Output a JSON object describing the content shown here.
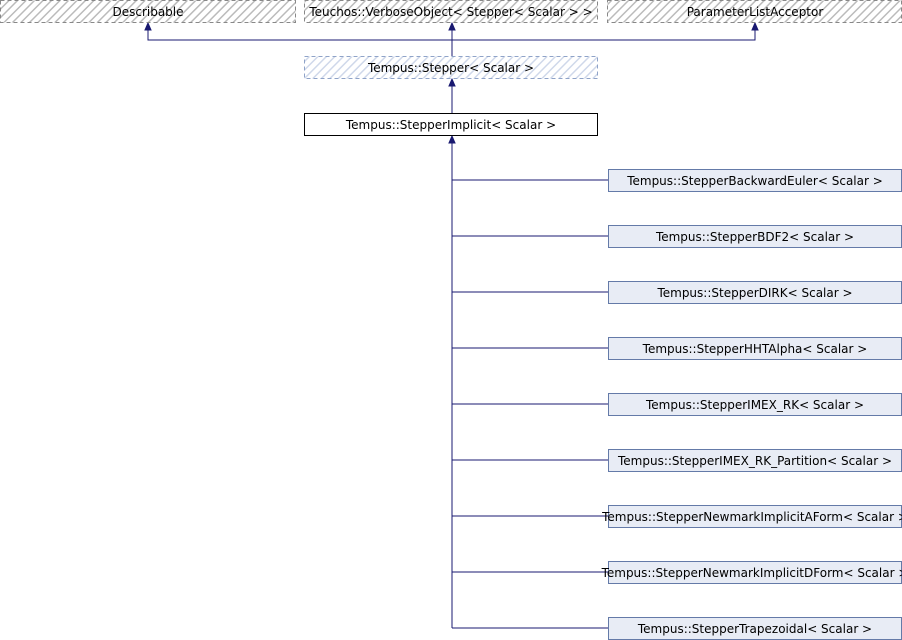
{
  "diagram": {
    "external_bases": [
      {
        "id": "describable",
        "label": "Describable"
      },
      {
        "id": "verbose_object",
        "label": "Teuchos::VerboseObject< Stepper< Scalar > >"
      },
      {
        "id": "param_list_acceptor",
        "label": "ParameterListAcceptor"
      }
    ],
    "stepper": {
      "id": "stepper",
      "label": "Tempus::Stepper< Scalar >"
    },
    "stepper_implicit": {
      "id": "stepper_implicit",
      "label": "Tempus::StepperImplicit< Scalar >"
    },
    "derived": [
      {
        "id": "backward_euler",
        "label": "Tempus::StepperBackwardEuler< Scalar >"
      },
      {
        "id": "bdf2",
        "label": "Tempus::StepperBDF2< Scalar >"
      },
      {
        "id": "dirk",
        "label": "Tempus::StepperDIRK< Scalar >"
      },
      {
        "id": "hht_alpha",
        "label": "Tempus::StepperHHTAlpha< Scalar >"
      },
      {
        "id": "imex_rk",
        "label": "Tempus::StepperIMEX_RK< Scalar >"
      },
      {
        "id": "imex_rk_partition",
        "label": "Tempus::StepperIMEX_RK_Partition< Scalar >"
      },
      {
        "id": "newmark_a",
        "label": "Tempus::StepperNewmarkImplicitAForm< Scalar >"
      },
      {
        "id": "newmark_d",
        "label": "Tempus::StepperNewmarkImplicitDForm< Scalar >"
      },
      {
        "id": "trapezoidal",
        "label": "Tempus::StepperTrapezoidal< Scalar >"
      }
    ],
    "colors": {
      "edge": "#191970",
      "derived_fill": "#e8ecf5",
      "derived_stroke": "#647aa8",
      "current_fill": "#ffffff",
      "current_stroke": "#000000",
      "external_stroke": "#888888",
      "hatch_gray": "#bbbbbb",
      "hatch_blue": "#cfd8ea",
      "dashed_blue_stroke": "#8fa3c8"
    }
  }
}
